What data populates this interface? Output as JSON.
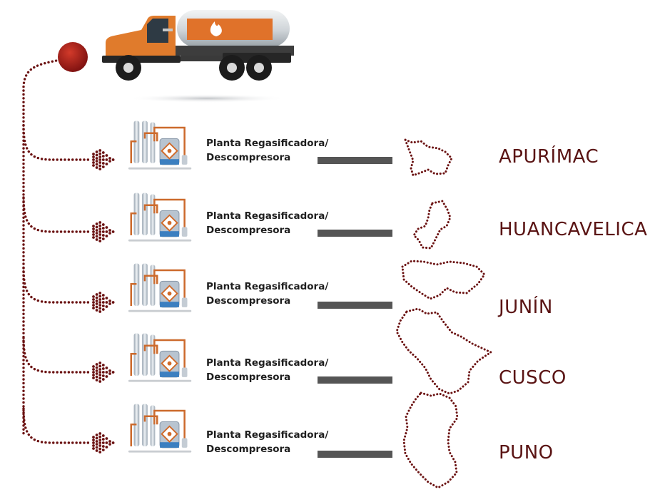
{
  "colors": {
    "dots": "#6b1212",
    "truck_body": "#e07b2c",
    "tank": "#cfd3d6",
    "flame_panel": "#e0722a",
    "region_text": "#5a1414",
    "connector_bar": "#555555",
    "plant_pipe": "#cc6a2c",
    "plant_tank": "#b8c4d0"
  },
  "source": {
    "icon": "gas-tanker-truck-icon",
    "flame_icon": "flame-icon"
  },
  "branches": [
    {
      "plant_line1": "Planta Regasificadora/",
      "plant_line2": "Descompresora",
      "region": "APURÍMAC"
    },
    {
      "plant_line1": "Planta Regasificadora/",
      "plant_line2": "Descompresora",
      "region": "HUANCAVELICA"
    },
    {
      "plant_line1": "Planta Regasificadora/",
      "plant_line2": "Descompresora",
      "region": "JUNÍN"
    },
    {
      "plant_line1": "Planta Regasificadora/",
      "plant_line2": "Descompresora",
      "region": "CUSCO"
    },
    {
      "plant_line1": "Planta Regasificadora/",
      "plant_line2": "Descompresora",
      "region": "PUNO"
    }
  ]
}
